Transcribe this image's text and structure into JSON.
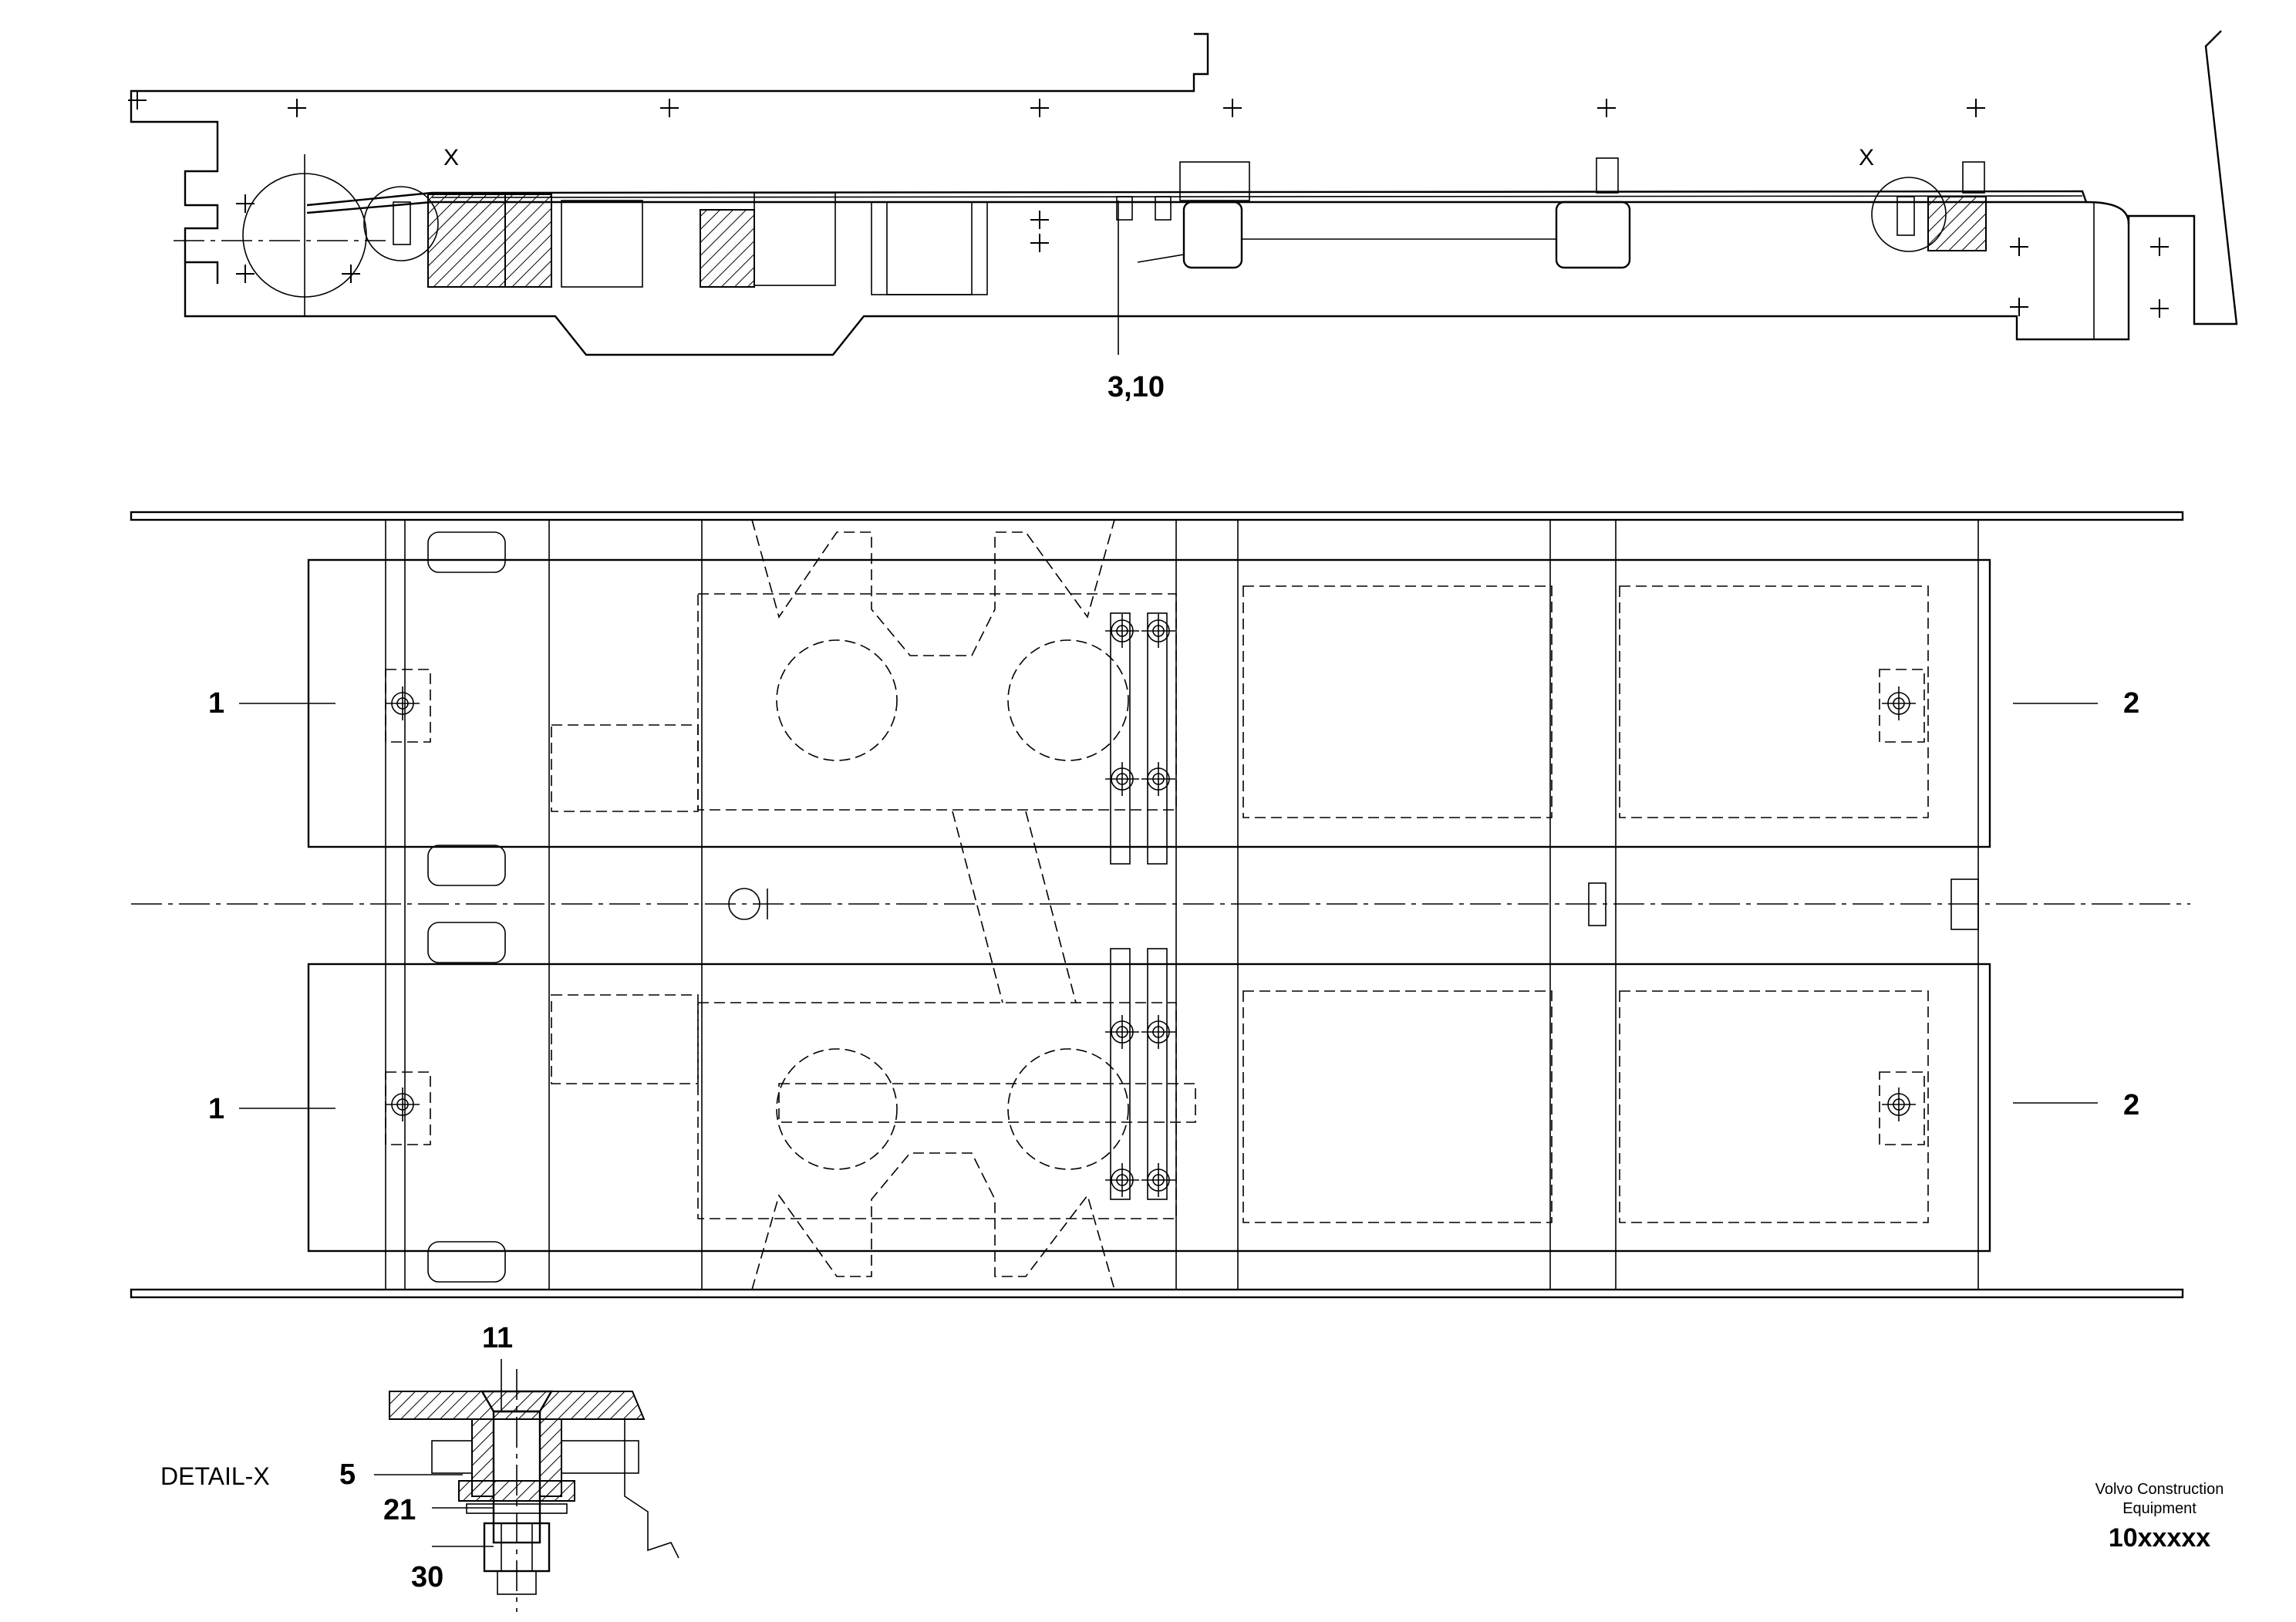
{
  "views": {
    "side": {
      "callouts": [
        "3,10"
      ],
      "detail_markers": [
        "X",
        "X"
      ]
    },
    "plan": {
      "callouts": [
        "1",
        "1",
        "2",
        "2"
      ]
    },
    "detail": {
      "title": "DETAIL-X",
      "callouts": [
        "11",
        "5",
        "21",
        "30"
      ]
    }
  },
  "title_block": {
    "company_line_1": "Volvo Construction",
    "company_line_2": "Equipment",
    "drawing_number": "10xxxxx"
  }
}
